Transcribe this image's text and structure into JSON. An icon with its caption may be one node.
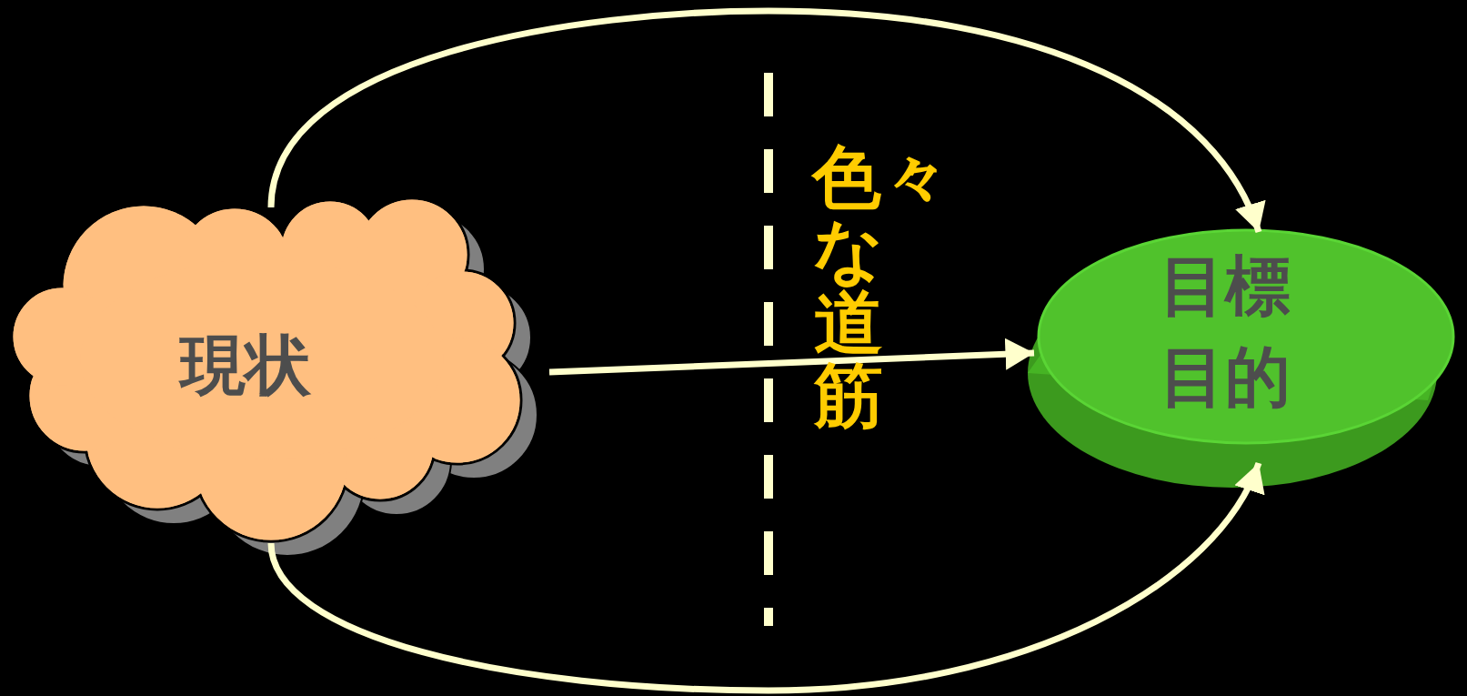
{
  "diagram": {
    "nodes": [
      {
        "text": [
          "現状"
        ]
      },
      {
        "text": [
          "目標",
          "目的"
        ]
      }
    ],
    "edges": [
      {
        "from": 0,
        "to": 1,
        "arrow": "to"
      },
      {
        "from": 0,
        "to": 1,
        "arrow": "to"
      },
      {
        "from": 0,
        "to": 1,
        "arrow": "to"
      }
    ],
    "labels": [
      "色々な道筋"
    ]
  }
}
